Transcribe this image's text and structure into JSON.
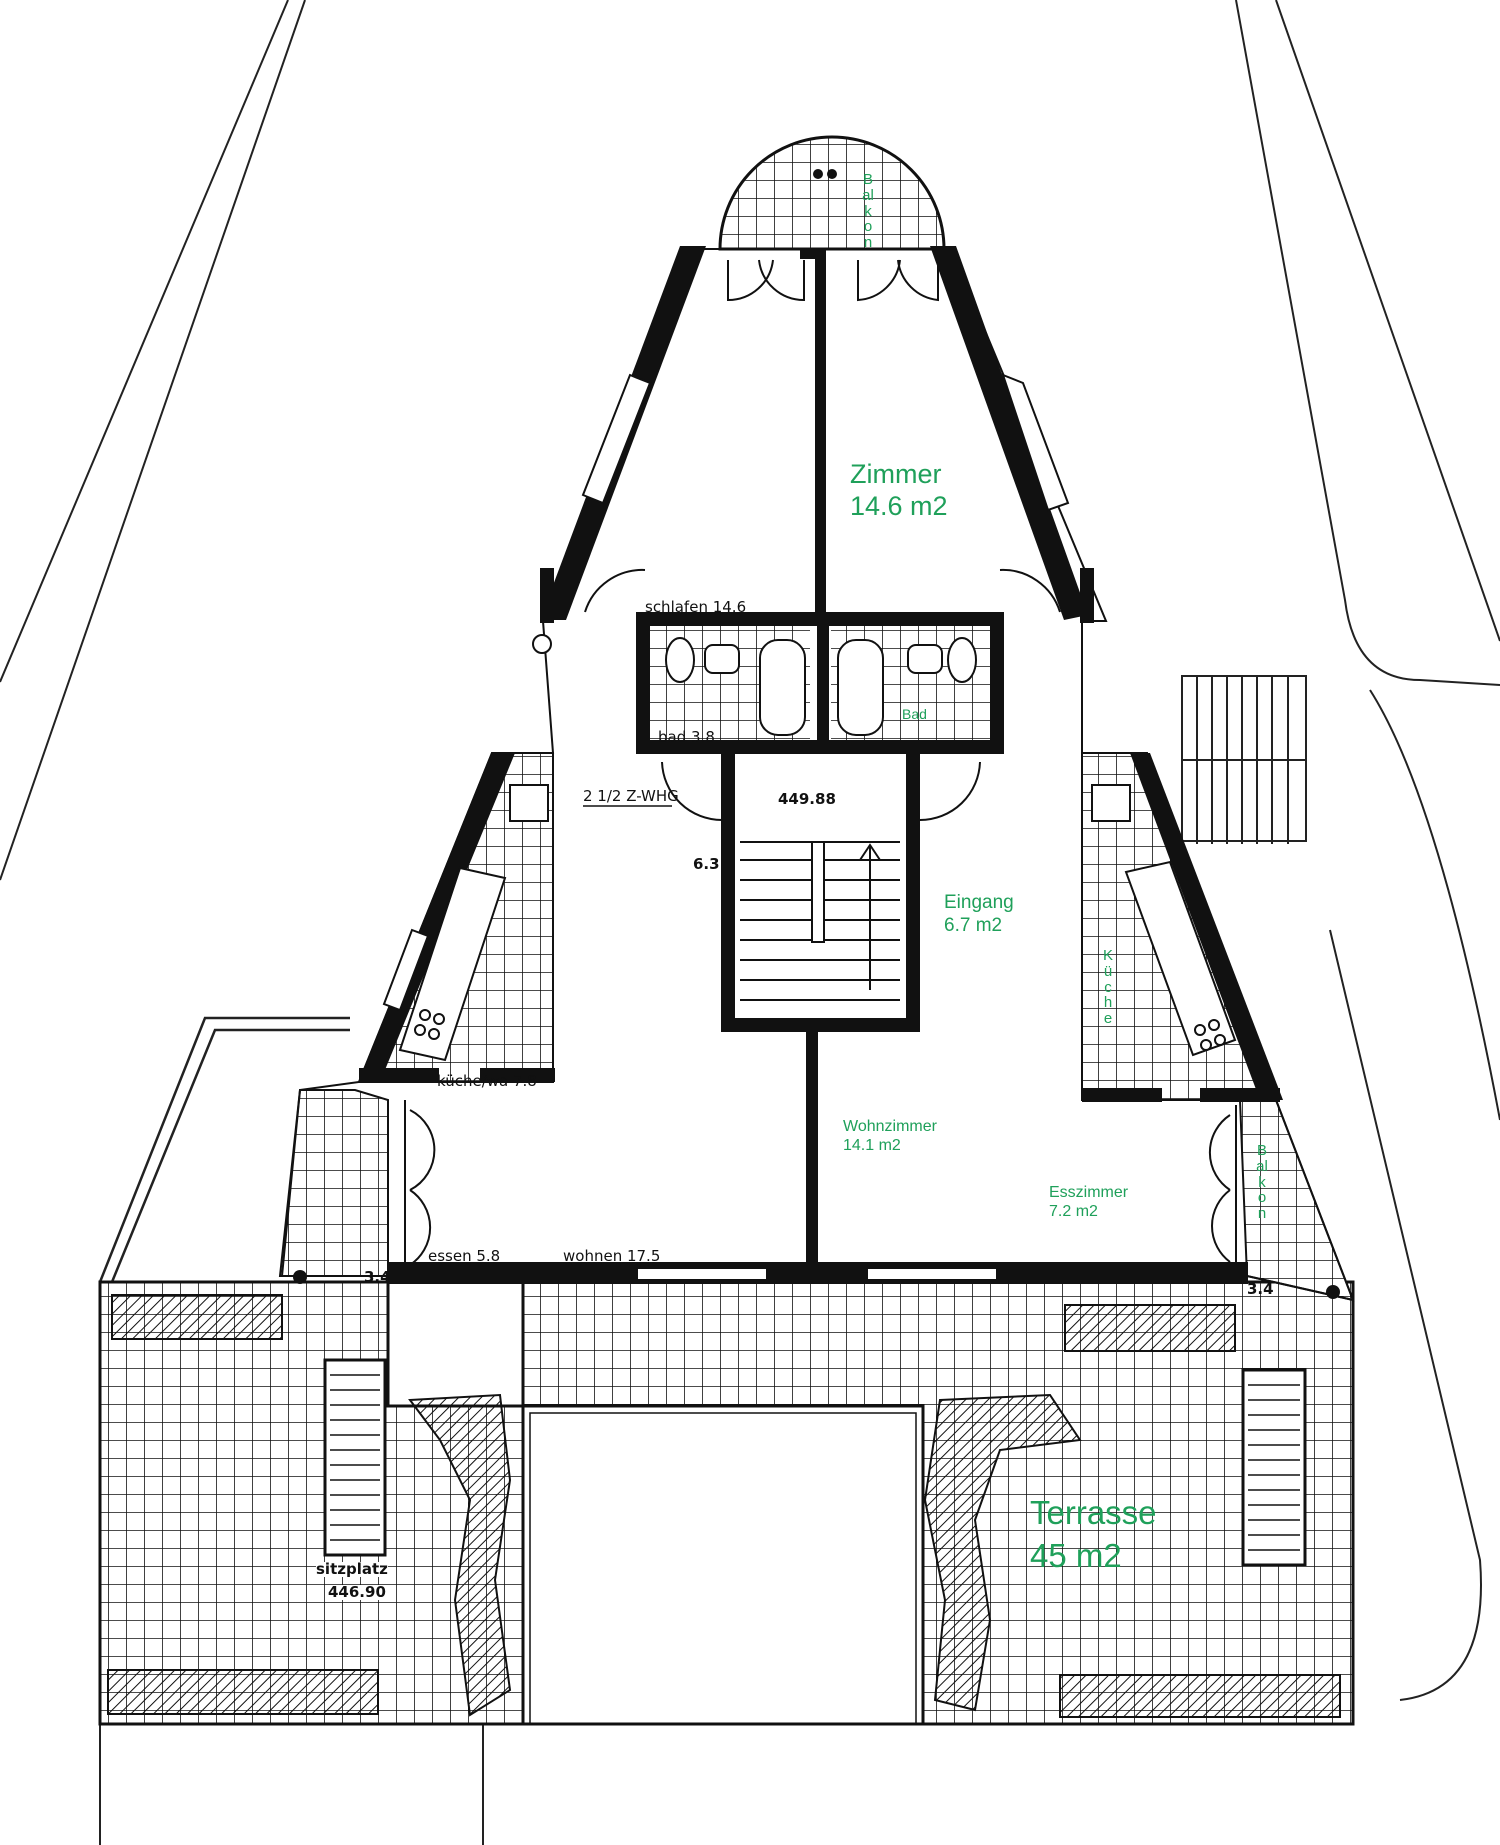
{
  "plan_labels": {
    "schlafen": "schlafen  14.6",
    "bad": "bad  3.8",
    "unit_type": "2 1/2  Z-WHG",
    "level_stair": "449.88",
    "stair_area": "6.3",
    "kueche": "küche/wa  7.8",
    "essen": "essen  5.8",
    "wohnen": "wohnen  17.5",
    "dim_left": "3.4",
    "dim_right": "3.4",
    "sitzplatz": "sitzplatz",
    "level_sitzplatz": "446.90"
  },
  "annotations": {
    "zimmer_name": "Zimmer",
    "zimmer_area": "14.6 m2",
    "eingang_name": "Eingang",
    "eingang_area": "6.7 m2",
    "wohnzimmer_name": "Wohnzimmer",
    "wohnzimmer_area": "14.1 m2",
    "esszimmer_name": "Esszimmer",
    "esszimmer_area": "7.2 m2",
    "terrasse_name": "Terrasse",
    "terrasse_area": "45 m2",
    "bad": "Bad",
    "balkon_top": "Balkon",
    "kueche_right": "Küche",
    "balkon_right": "Balkon",
    "color": "#1fa05a"
  }
}
